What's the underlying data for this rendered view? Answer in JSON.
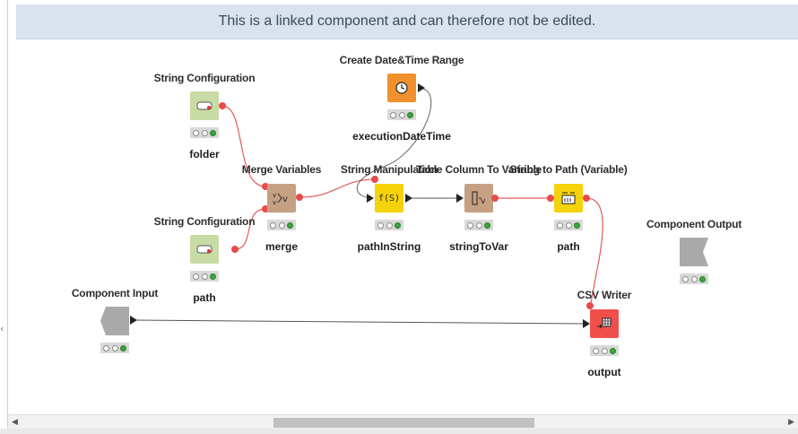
{
  "banner": {
    "text": "This is a linked component and can therefore not be edited."
  },
  "colors": {
    "manipulator": "#c6a083",
    "configuration": "#c9dba4",
    "source": "#f1912d",
    "stringmanip": "#f5d20a",
    "writer": "#f0504a",
    "io": "#a9a9a9"
  },
  "nodes": {
    "string_config_1": {
      "title": "String Configuration",
      "label": "folder",
      "icon": "string-config-icon"
    },
    "string_config_2": {
      "title": "String Configuration",
      "label": "path",
      "icon": "string-config-icon"
    },
    "date_time_range": {
      "title": "Create Date&Time Range",
      "label": "executionDateTime",
      "icon": "clock-icon"
    },
    "merge_variables": {
      "title": "Merge Variables",
      "label": "merge",
      "icon": "merge-variables-icon"
    },
    "string_manipulation": {
      "title": "String Manipulation",
      "label": "pathInString",
      "icon": "string-manipulation-icon",
      "glyph": "f(S)"
    },
    "table_col_to_var": {
      "title": "Table Column To Variable",
      "label": "stringToVar",
      "icon": "table-to-variable-icon"
    },
    "string_to_path": {
      "title": "String to Path (Variable)",
      "label": "path",
      "icon": "string-to-path-icon"
    },
    "component_input": {
      "title": "Component Input",
      "icon": "component-input-icon"
    },
    "component_output": {
      "title": "Component Output",
      "icon": "component-output-icon"
    },
    "csv_writer": {
      "title": "CSV Writer",
      "label": "output",
      "icon": "csv-writer-icon"
    }
  }
}
